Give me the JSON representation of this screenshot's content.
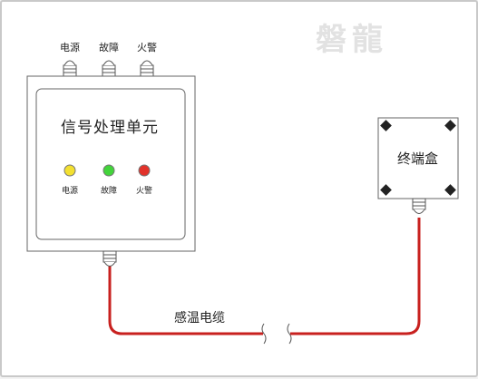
{
  "watermark": "磐龍",
  "signal_unit": {
    "title": "信号处理单元",
    "top_labels": [
      "电源",
      "故障",
      "火警"
    ],
    "indicators": [
      {
        "label": "电源",
        "color": "#f3e030"
      },
      {
        "label": "故障",
        "color": "#43d43b"
      },
      {
        "label": "火警",
        "color": "#e2322a"
      }
    ]
  },
  "terminal_box": {
    "title": "终端盒"
  },
  "cable": {
    "label": "感温电缆",
    "color": "#c8211f"
  }
}
